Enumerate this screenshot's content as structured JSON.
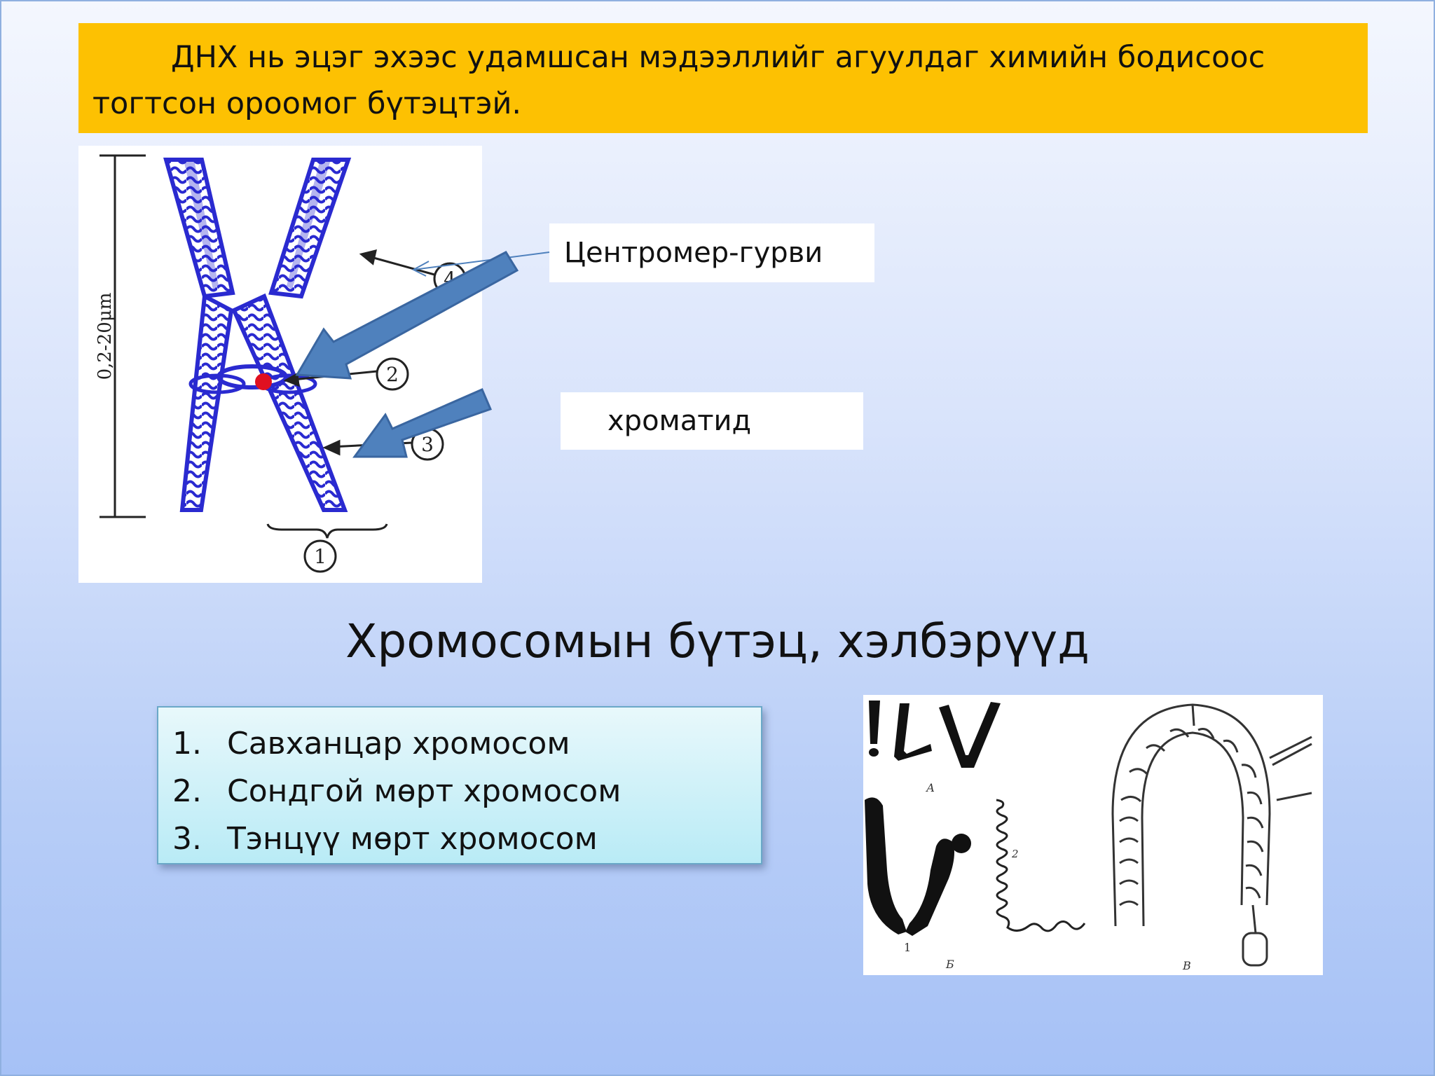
{
  "banner": {
    "text": "ДНХ нь эцэг эхээс удамшсан мэдээллийг агуулдаг химийн бодисоос тогтсон ороомог бүтэцтэй."
  },
  "diagram": {
    "scale_label": "0,2-20μm",
    "markers": [
      "1",
      "2",
      "3",
      "4"
    ],
    "callouts": {
      "centromere": "Центромер-гурви",
      "chromatid": "хроматид"
    }
  },
  "heading": "Хромосомын бүтэц, хэлбэрүүд",
  "list": {
    "items": [
      {
        "num": "1.",
        "text": "Савханцар хромосом"
      },
      {
        "num": "2.",
        "text": "Сондгой мөрт хромосом"
      },
      {
        "num": "3.",
        "text": "Тэнцүү мөрт хромосом"
      }
    ]
  },
  "types_figure": {
    "labels": [
      "А",
      "Б",
      "В",
      "1",
      "2"
    ]
  },
  "colors": {
    "banner": "#fdc102",
    "arrow_fill": "#4f81bd",
    "chromosome": "#2a2ad0",
    "centromere": "#e01020"
  }
}
